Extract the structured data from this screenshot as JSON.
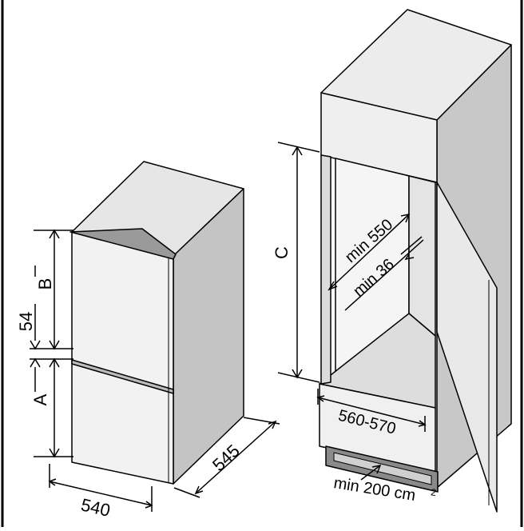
{
  "labels": {
    "width": "540",
    "depth": "545",
    "gap": "54",
    "dim_a": "A",
    "dim_b": "B",
    "dim_c": "C",
    "min_depth": "min 550",
    "min_side": "min 36",
    "niche_width": "560-570",
    "vent_prefix": "min 200 cm",
    "vent_sup": "2"
  },
  "colors": {
    "line": "#000000",
    "panel_light": "#ededed",
    "panel_mid": "#d9d9d9",
    "panel_dark": "#c8c8c8",
    "panel_darker": "#b4b4b4",
    "white": "#ffffff"
  }
}
